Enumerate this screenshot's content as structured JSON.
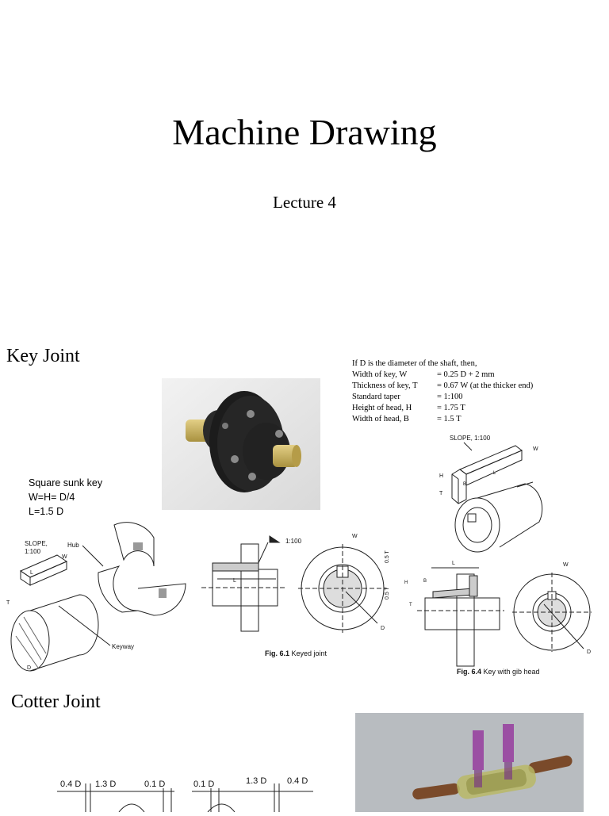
{
  "slide": {
    "title": "Machine Drawing",
    "subtitle": "Lecture 4"
  },
  "key_joint": {
    "heading": "Key Joint",
    "formula_header": "If D is the diameter of the shaft, then,",
    "formulas": [
      {
        "label": "Width of key, W",
        "value": "= 0.25 D + 2 mm"
      },
      {
        "label": "Thickness of key, T",
        "value": "= 0.67 W (at the thicker end)"
      },
      {
        "label": "Standard taper",
        "value": "= 1:100"
      },
      {
        "label": "Height of head, H",
        "value": "= 1.75 T"
      },
      {
        "label": "Width of head, B",
        "value": "= 1.5 T"
      }
    ],
    "note_lines": [
      "Square sunk key",
      "W=H= D/4",
      "L=1.5 D"
    ],
    "gib_slope_label": "SLOPE, 1:100",
    "fig61": {
      "slope_label": "SLOPE,",
      "slope_ratio": "1:100",
      "hub_label": "Hub",
      "keyway_label": "Keyway",
      "ratio_label": "1:100",
      "caption_bold": "Fig. 6.1",
      "caption_text": " Keyed joint",
      "dim_L": "L",
      "dim_W": "W",
      "dim_T": "T",
      "dim_D": "D",
      "dim_05T_top": "0.5 T",
      "dim_05T_bottom": "0.5 T"
    },
    "fig64": {
      "caption_bold": "Fig. 6.4",
      "caption_text": " Key with gib head",
      "dim_L": "L",
      "dim_B": "B",
      "dim_H": "H",
      "dim_T": "T",
      "dim_W": "W",
      "dim_D": "D"
    }
  },
  "cotter_joint": {
    "heading": "Cotter Joint",
    "dims_left": [
      "0.4 D",
      "1.3 D",
      "0.1 D"
    ],
    "dims_right": [
      "0.1 D",
      "1.3 D",
      "0.4 D"
    ]
  },
  "colors": {
    "background": "#ffffff",
    "coupling_body": "#1e1e1e",
    "shaft_brass": "#c9b05a",
    "cotter_purple": "#9b4fa3",
    "sleeve_olive": "#b9b866",
    "rod_brown": "#7a4a2a",
    "render_bg": "#b8bcc0"
  }
}
